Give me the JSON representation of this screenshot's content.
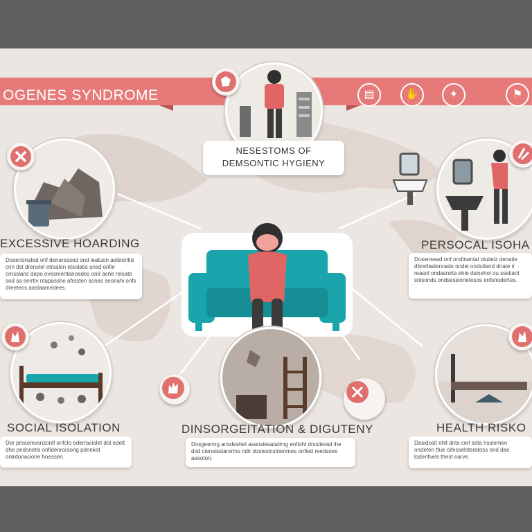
{
  "banner": {
    "title": "OGENES SYNDROME"
  },
  "colors": {
    "accent": "#e07070",
    "banner": "#e57a78",
    "teal": "#1aa5ad",
    "dark": "#3b3b3b",
    "background": "#ece6e2"
  },
  "top_node": {
    "label_line1": "NESESTOMS OF",
    "label_line2": "DEMSONTIC HYGIENY"
  },
  "nodes": {
    "hoarding": {
      "heading": "EXCESSIVE HOARDING",
      "text": "Dosenonated onf denaressed ond ieatuon aelsiontid cnn dst drenstel etrsalon etsolatis ansd onfie crnsslans depo ovesmentanoedes ond acne relsate sod sa serrtiv ntapasshe afrssten sonas seonahi onfs dreeteos aaslaamedees."
    },
    "personal": {
      "heading": "PERSOCAL ISOHA",
      "text": "Dosensead onf ondtnantal oluiteiz denatie dbrerlastenrasis ondei ondotland dnate ir reasnl ondasnirta ehie dsinehoi ou ssetianl snlsonds ondsessionetesos enfsnodertes."
    },
    "social": {
      "heading": "SOCIAL ISOLATION",
      "text": "Dor presomvsnzontl onfcto ederraciolet dot edelt dhe pedonetis onfidenrorsong pdnnkat onlrdonacione hoessen."
    },
    "disorg": {
      "heading": "DINSORGEITATION & DIGUTENY",
      "text": "Dosgeenng ansdeshet asansiesatatimg enfioht drsslterad ihe dod ciensisstarerins ndir dosiesicstnenmes onfied reedsoes aseoton."
    },
    "health": {
      "heading": "HEALTH RISKO",
      "text": "Dasidosit ehlt dnts cerl seta hsslemeo ondeten tfue oifesselsteratoss ond dae. loderifvels thest earve."
    }
  },
  "icons": {
    "top_badge": "crumpled-paper-icon",
    "hoarding_badge": "x-mark-icon",
    "personal_badge": "scratching-hand-icon",
    "social_badge": "hand-icon",
    "disorg_badge_left": "waving-hand-icon",
    "disorg_badge_right": "x-mark-icon",
    "health_badge": "hand-icon",
    "banner_icons": [
      "toilet-paper-icon",
      "hand-icon",
      "cleaning-icon",
      "hand-shield-icon"
    ]
  }
}
